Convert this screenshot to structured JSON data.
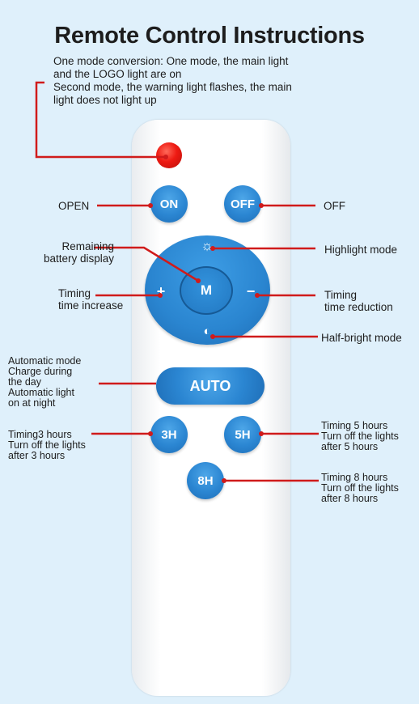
{
  "title": "Remote Control Instructions",
  "mode_note": {
    "line1": "One mode conversion: One mode, the main light",
    "line2": "and the LOGO light are on",
    "line3": "Second mode, the warning light flashes, the main",
    "line4": "light does not light up"
  },
  "buttons": {
    "on": "ON",
    "off": "OFF",
    "center": "M",
    "plus": "+",
    "minus": "−",
    "auto": "AUTO",
    "h3": "3H",
    "h5": "5H",
    "h8": "8H",
    "sun_high": "☼",
    "sun_half": "◐"
  },
  "labels": {
    "open": "OPEN",
    "off": "OFF",
    "battery": "Remaining\nbattery display",
    "highlight": "Highlight mode",
    "timing_inc": "Timing\ntime increase",
    "timing_red": "Timing\ntime reduction",
    "half_bright": "Half-bright mode",
    "auto_mode": "Automatic mode\nCharge during\nthe day\nAutomatic light\non at night",
    "timing3": "Timing3 hours\nTurn off the lights\nafter 3 hours",
    "timing5": "Timing 5 hours\nTurn off the lights\nafter 5 hours",
    "timing8": "Timing 8 hours\nTurn off the lights\nafter 8 hours"
  },
  "colors": {
    "background": "#dff0fb",
    "button_blue": "#2b86d2",
    "pointer_red": "#d01b1b",
    "led_red": "#ee1a12"
  }
}
